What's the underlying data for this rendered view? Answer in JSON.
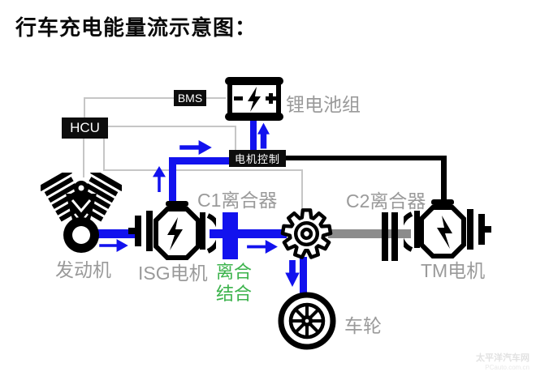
{
  "title": "行车充电能量流示意图：",
  "colors": {
    "flow_blue": "#1212ee",
    "clutch_green": "#3cb34c",
    "label_gray": "#9a9a9a",
    "shaft_gray": "#8c8c8c",
    "control_line_gray": "#c6c6c6"
  },
  "control_units": {
    "bms": "BMS",
    "hcu": "HCU",
    "motor_control": "电机控制"
  },
  "components": {
    "battery": "锂电池组",
    "engine": "发动机",
    "isg_motor": "ISG电机",
    "c1_clutch": "C1离合器",
    "c2_clutch": "C2离合器",
    "tm_motor": "TM电机",
    "wheel": "车轮"
  },
  "annotations": {
    "clutch_state_line1": "离合",
    "clutch_state_line2": "结合"
  },
  "watermark": {
    "line1": "太平洋汽车网",
    "line2": "PCauto.com.cn"
  }
}
